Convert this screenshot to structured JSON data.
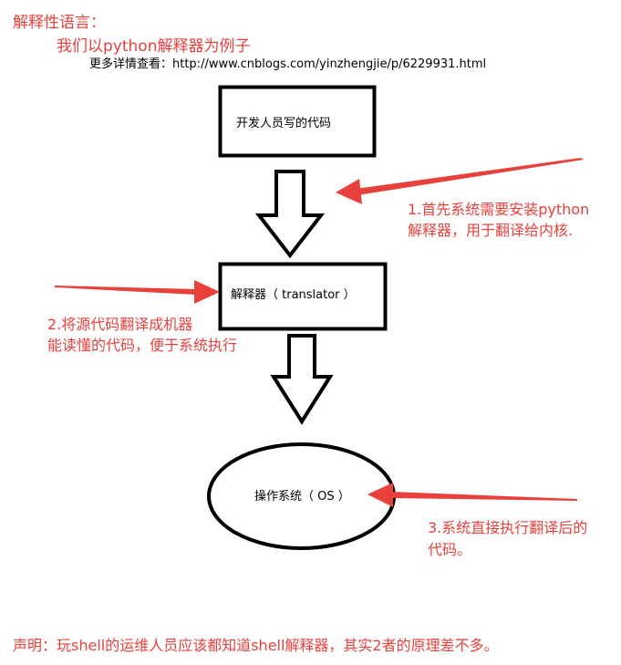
{
  "header": {
    "title": "解释性语言：",
    "subtitle": "我们以python解释器为例子",
    "reference": "更多详情查看：http://www.cnblogs.com/yinzhengjie/p/6229931.html"
  },
  "nodes": {
    "developer_code": "开发人员写的代码",
    "translator": "解释器（ translator ）",
    "os": "操作系统（ OS ）"
  },
  "annotations": {
    "note1_line1": "1.首先系统需要安装python",
    "note1_line2": "解释器，用于翻译给内核.",
    "note2_line1": "2.将源代码翻译成机器",
    "note2_line2": "能读懂的代码，便于系统执行",
    "note3_line1": "3.系统直接执行翻译后的",
    "note3_line2": "代码。"
  },
  "footer": {
    "statement": "声明：玩shell的运维人员应该都知道shell解释器，其实2者的原理差不多。"
  },
  "colors": {
    "annotation": "#e8413c",
    "outline": "#000000"
  }
}
